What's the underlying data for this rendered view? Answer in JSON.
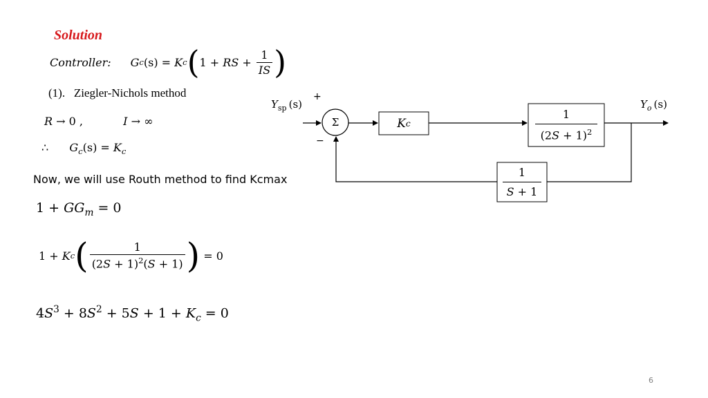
{
  "heading": "Solution",
  "controller": {
    "label": "Controller:",
    "lhs": "G",
    "lhs_sub": "c",
    "arg": "(s) = ",
    "gain": "K",
    "gain_sub": "c",
    "paren_open": "(",
    "one_plus": "1 + ",
    "rs": "RS",
    "plus": " + ",
    "frac_num": "1",
    "frac_den": "IS",
    "paren_close": ")"
  },
  "method": "(1).   Ziegler-Nichols method",
  "limits": {
    "r": "R",
    "r_limit": " → 0 ,",
    "i": "I",
    "i_limit": " → ∞"
  },
  "therefore": {
    "symbol": "∴",
    "lhs": "G",
    "lhs_sub": "c",
    "rhs": "(s) = ",
    "gain": "K",
    "gain_sub": "c"
  },
  "routh_note": "Now, we will use Routh method to find Kcmax",
  "eq1": {
    "lead": "1 + ",
    "gg": "GG",
    "sub": "m",
    "tail": " = 0"
  },
  "eq2": {
    "lead": "1 + ",
    "k": "K",
    "k_sub": "c",
    "num": "1",
    "den_a": "(2",
    "den_s1": "S",
    "den_b": " + 1)",
    "den_exp": "2",
    "den_c": "(",
    "den_s2": "S",
    "den_d": " + 1)",
    "tail": " = 0"
  },
  "eq3": {
    "t1": "4",
    "s1": "S",
    "e1": "3",
    "t2": " + 8",
    "s2": "S",
    "e2": "2",
    "t3": " + 5",
    "s3": "S",
    "t4": " + 1 + ",
    "k": "K",
    "k_sub": "c",
    "tail": " = 0"
  },
  "diagram": {
    "setpoint": {
      "y": "Y",
      "sub": "sp",
      "arg": "(s)"
    },
    "output": {
      "y": "Y",
      "sub": "o",
      "arg": "(s)"
    },
    "plus_sign": "+",
    "minus_sign": "−",
    "summer": "Σ",
    "controller_block": {
      "k": "K",
      "sub": "c"
    },
    "process_block": {
      "num": "1",
      "den_a": "(2",
      "den_s": "S",
      "den_b": " + 1)",
      "den_exp": "2"
    },
    "feedback_block": {
      "num": "1",
      "den_s": "S",
      "den_b": " + 1"
    }
  },
  "page_number": "6"
}
